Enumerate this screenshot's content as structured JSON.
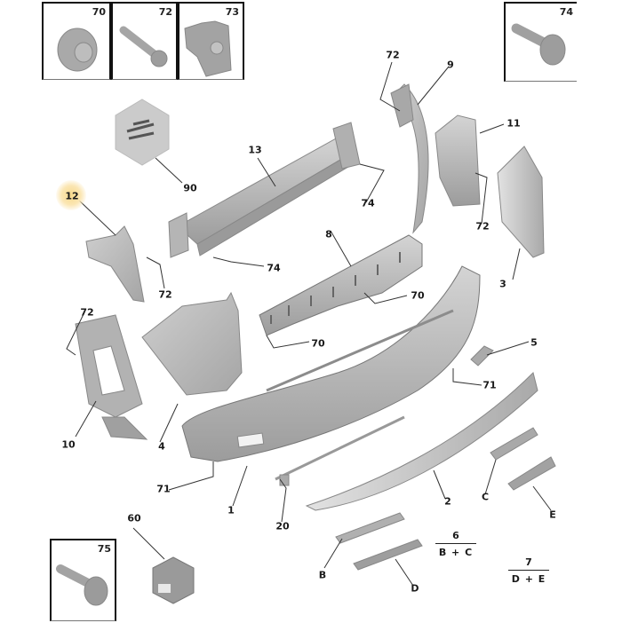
{
  "diagram": {
    "type": "exploded-parts-diagram",
    "subject": "Rear bumper assembly",
    "highlighted_part": "12",
    "colors": {
      "part_fill": "#b8b8b8",
      "part_dark": "#8e8e8e",
      "leader": "#333333",
      "highlight": "#f7d98c"
    }
  },
  "fastener_boxes": [
    {
      "id": "70",
      "label": "70",
      "icon": "flange-nut-icon"
    },
    {
      "id": "72",
      "label": "72",
      "icon": "short-bolt-icon"
    },
    {
      "id": "73",
      "label": "73",
      "icon": "clip-nut-icon"
    },
    {
      "id": "74",
      "label": "74",
      "icon": "flange-bolt-icon"
    },
    {
      "id": "75",
      "label": "75",
      "icon": "flange-bolt-icon"
    }
  ],
  "callouts": {
    "c90": "90",
    "c13": "13",
    "c72a": "72",
    "c9": "9",
    "c11": "11",
    "c12": "12",
    "c74a": "74",
    "c72b": "72",
    "c74b": "74",
    "c8": "8",
    "c72c": "72",
    "c3": "3",
    "c70a": "70",
    "c72d": "72",
    "c70b": "70",
    "c5": "5",
    "c71a": "71",
    "c10": "10",
    "c4": "4",
    "c71b": "71",
    "c1": "1",
    "c20": "20",
    "c2": "2",
    "cC": "C",
    "cE": "E",
    "c60": "60",
    "cB": "B",
    "cD": "D"
  },
  "kits": [
    {
      "number": "6",
      "contents": "B + C"
    },
    {
      "number": "7",
      "contents": "D + E"
    }
  ]
}
